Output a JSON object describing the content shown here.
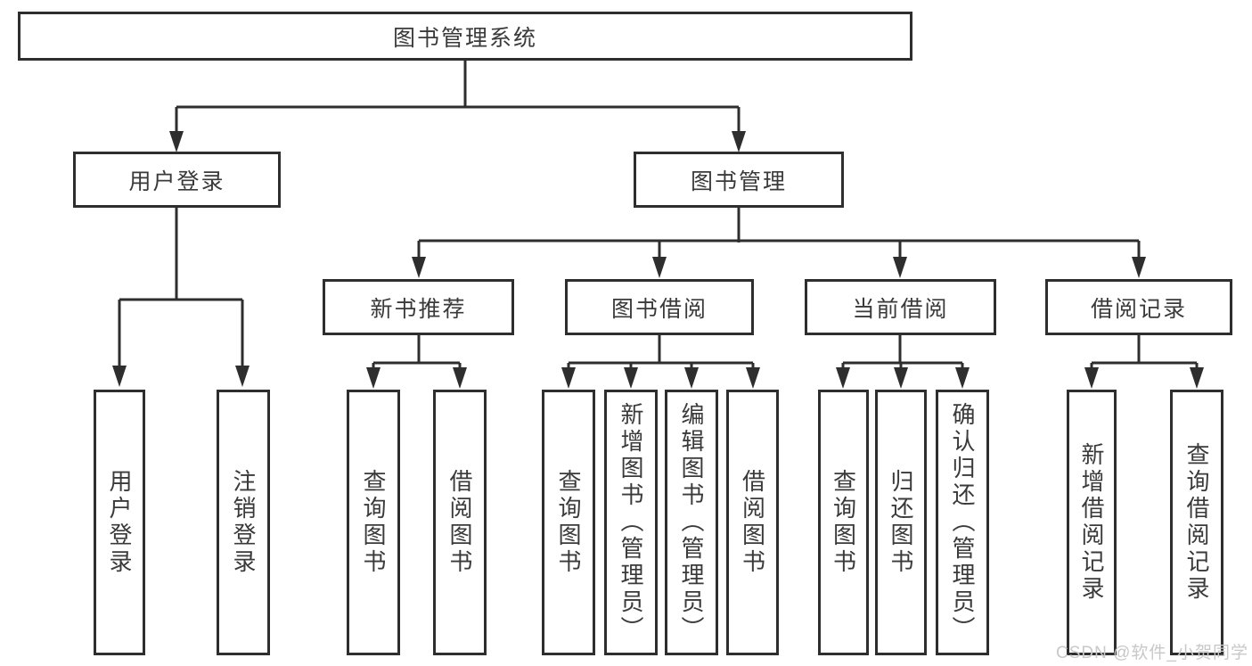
{
  "diagram": {
    "title": "图书管理系统",
    "root": {
      "label": "图书管理系统"
    },
    "branches": [
      {
        "label": "用户登录",
        "children": [
          {
            "label": "用户登录"
          },
          {
            "label": "注销登录"
          }
        ]
      },
      {
        "label": "图书管理",
        "children": [
          {
            "label": "新书推荐",
            "children": [
              {
                "label": "查询图书"
              },
              {
                "label": "借阅图书"
              }
            ]
          },
          {
            "label": "图书借阅",
            "children": [
              {
                "label": "查询图书"
              },
              {
                "label": "新增图书（管理员）"
              },
              {
                "label": "编辑图书（管理员）"
              },
              {
                "label": "借阅图书"
              }
            ]
          },
          {
            "label": "当前借阅",
            "children": [
              {
                "label": "查询图书"
              },
              {
                "label": "归还图书"
              },
              {
                "label": "确认归还（管理员）"
              }
            ]
          },
          {
            "label": "借阅记录",
            "children": [
              {
                "label": "新增借阅记录"
              },
              {
                "label": "查询借阅记录"
              }
            ]
          }
        ]
      }
    ]
  },
  "watermark": {
    "text": "CSDN @软件_小贺同学"
  },
  "colors": {
    "line": "#2e2e2e",
    "box_border": "#2e2e2e",
    "box_bg": "#ffffff",
    "text": "#3a3a3a",
    "background": "#ffffff",
    "watermark": "#c8c8c8"
  }
}
